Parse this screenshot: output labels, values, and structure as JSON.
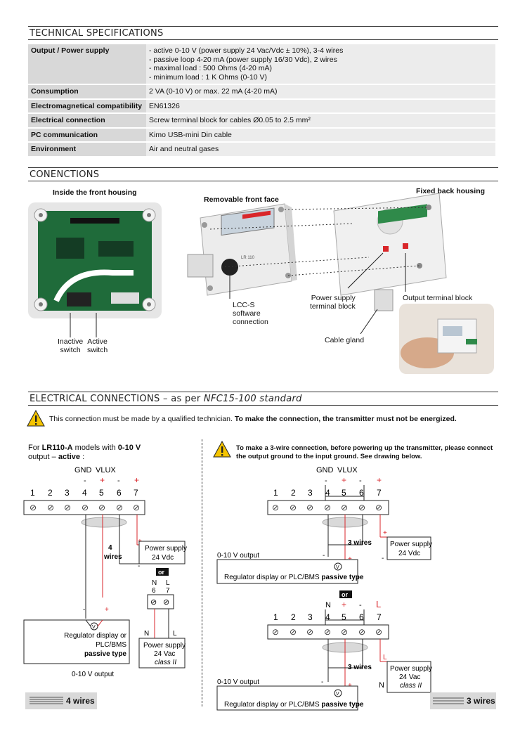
{
  "specs": {
    "title": "TECHNICAL SPECIFICATIONS",
    "rows": [
      {
        "key": "Output / Power supply",
        "lines": [
          "- active 0-10 V (power supply 24 Vac/Vdc ± 10%), 3-4 wires",
          "- passive loop 4-20 mA (power supply 16/30 Vdc), 2 wires",
          "- maximal load : 500 Ohms (4-20 mA)",
          "- minimum load : 1 K Ohms (0-10 V)"
        ]
      },
      {
        "key": "Consumption",
        "lines": [
          "2 VA (0-10 V) or max. 22 mA (4-20 mA)"
        ]
      },
      {
        "key": "Electromagnetical compatibility",
        "lines": [
          "EN61326"
        ]
      },
      {
        "key": "Electrical connection",
        "lines": [
          "Screw terminal block for cables Ø0.05 to 2.5 mm²"
        ]
      },
      {
        "key": "PC communication",
        "lines": [
          "Kimo USB-mini Din cable"
        ]
      },
      {
        "key": "Environment",
        "lines": [
          "Air and neutral gases"
        ]
      }
    ]
  },
  "connections": {
    "title": "CONENCTIONS",
    "inside_front": "Inside the front housing",
    "removable_front": "Removable front face",
    "fixed_back": "Fixed back housing",
    "inactive_switch": [
      "Inactive",
      "switch"
    ],
    "active_switch": [
      "Active",
      "switch"
    ],
    "lccs": [
      "LCC-S",
      "software",
      "connection"
    ],
    "power_terminal": [
      "Power supply",
      "terminal block"
    ],
    "output_terminal": "Output terminal block",
    "cable_gland": "Cable gland",
    "device_label": "LR 110"
  },
  "electrical": {
    "title_main": "ELECTRICAL CONNECTIONS",
    "title_dash": " – as per ",
    "title_std": "NFC15-100 standard",
    "warning_plain": "This connection must be made by a qualified technician. ",
    "warning_bold": "To make the connection, the transmitter must not be energized.",
    "left_intro_1": "For ",
    "left_intro_model": "LR110-A",
    "left_intro_2": " models with ",
    "left_intro_out": "0-10 V",
    "left_intro_3": "output – ",
    "left_intro_active": "active",
    "left_intro_4": " :",
    "right_warn_1": "To make a 3-wire connection, before powering up the transmitter, please connect",
    "right_warn_2": "the output ground to the input ground. See drawing below.",
    "gnd": "GND",
    "vlux": "VLUX",
    "terminals": [
      "1",
      "2",
      "3",
      "4",
      "5",
      "6",
      "7"
    ],
    "four_wires": [
      "4",
      "wires"
    ],
    "three_wires": "3 wires",
    "ps_vdc": [
      "Power supply",
      "24 Vdc"
    ],
    "ps_vac": [
      "Power supply",
      "24 Vac",
      "class II"
    ],
    "or": "or",
    "regulator_left": [
      "Regulator display or",
      "PLC/BMS",
      "passive type"
    ],
    "regulator_right_plain": "Regulator display or PLC/BMS ",
    "regulator_right_bold": "passive type",
    "output_label": "0-10 V output",
    "n_label": "N",
    "l_label": "L",
    "v_symbol": "V",
    "footer_left": "4 wires",
    "footer_right": "3 wires"
  },
  "colors": {
    "red": "#d9262a",
    "grey": "#d9d9d9"
  }
}
